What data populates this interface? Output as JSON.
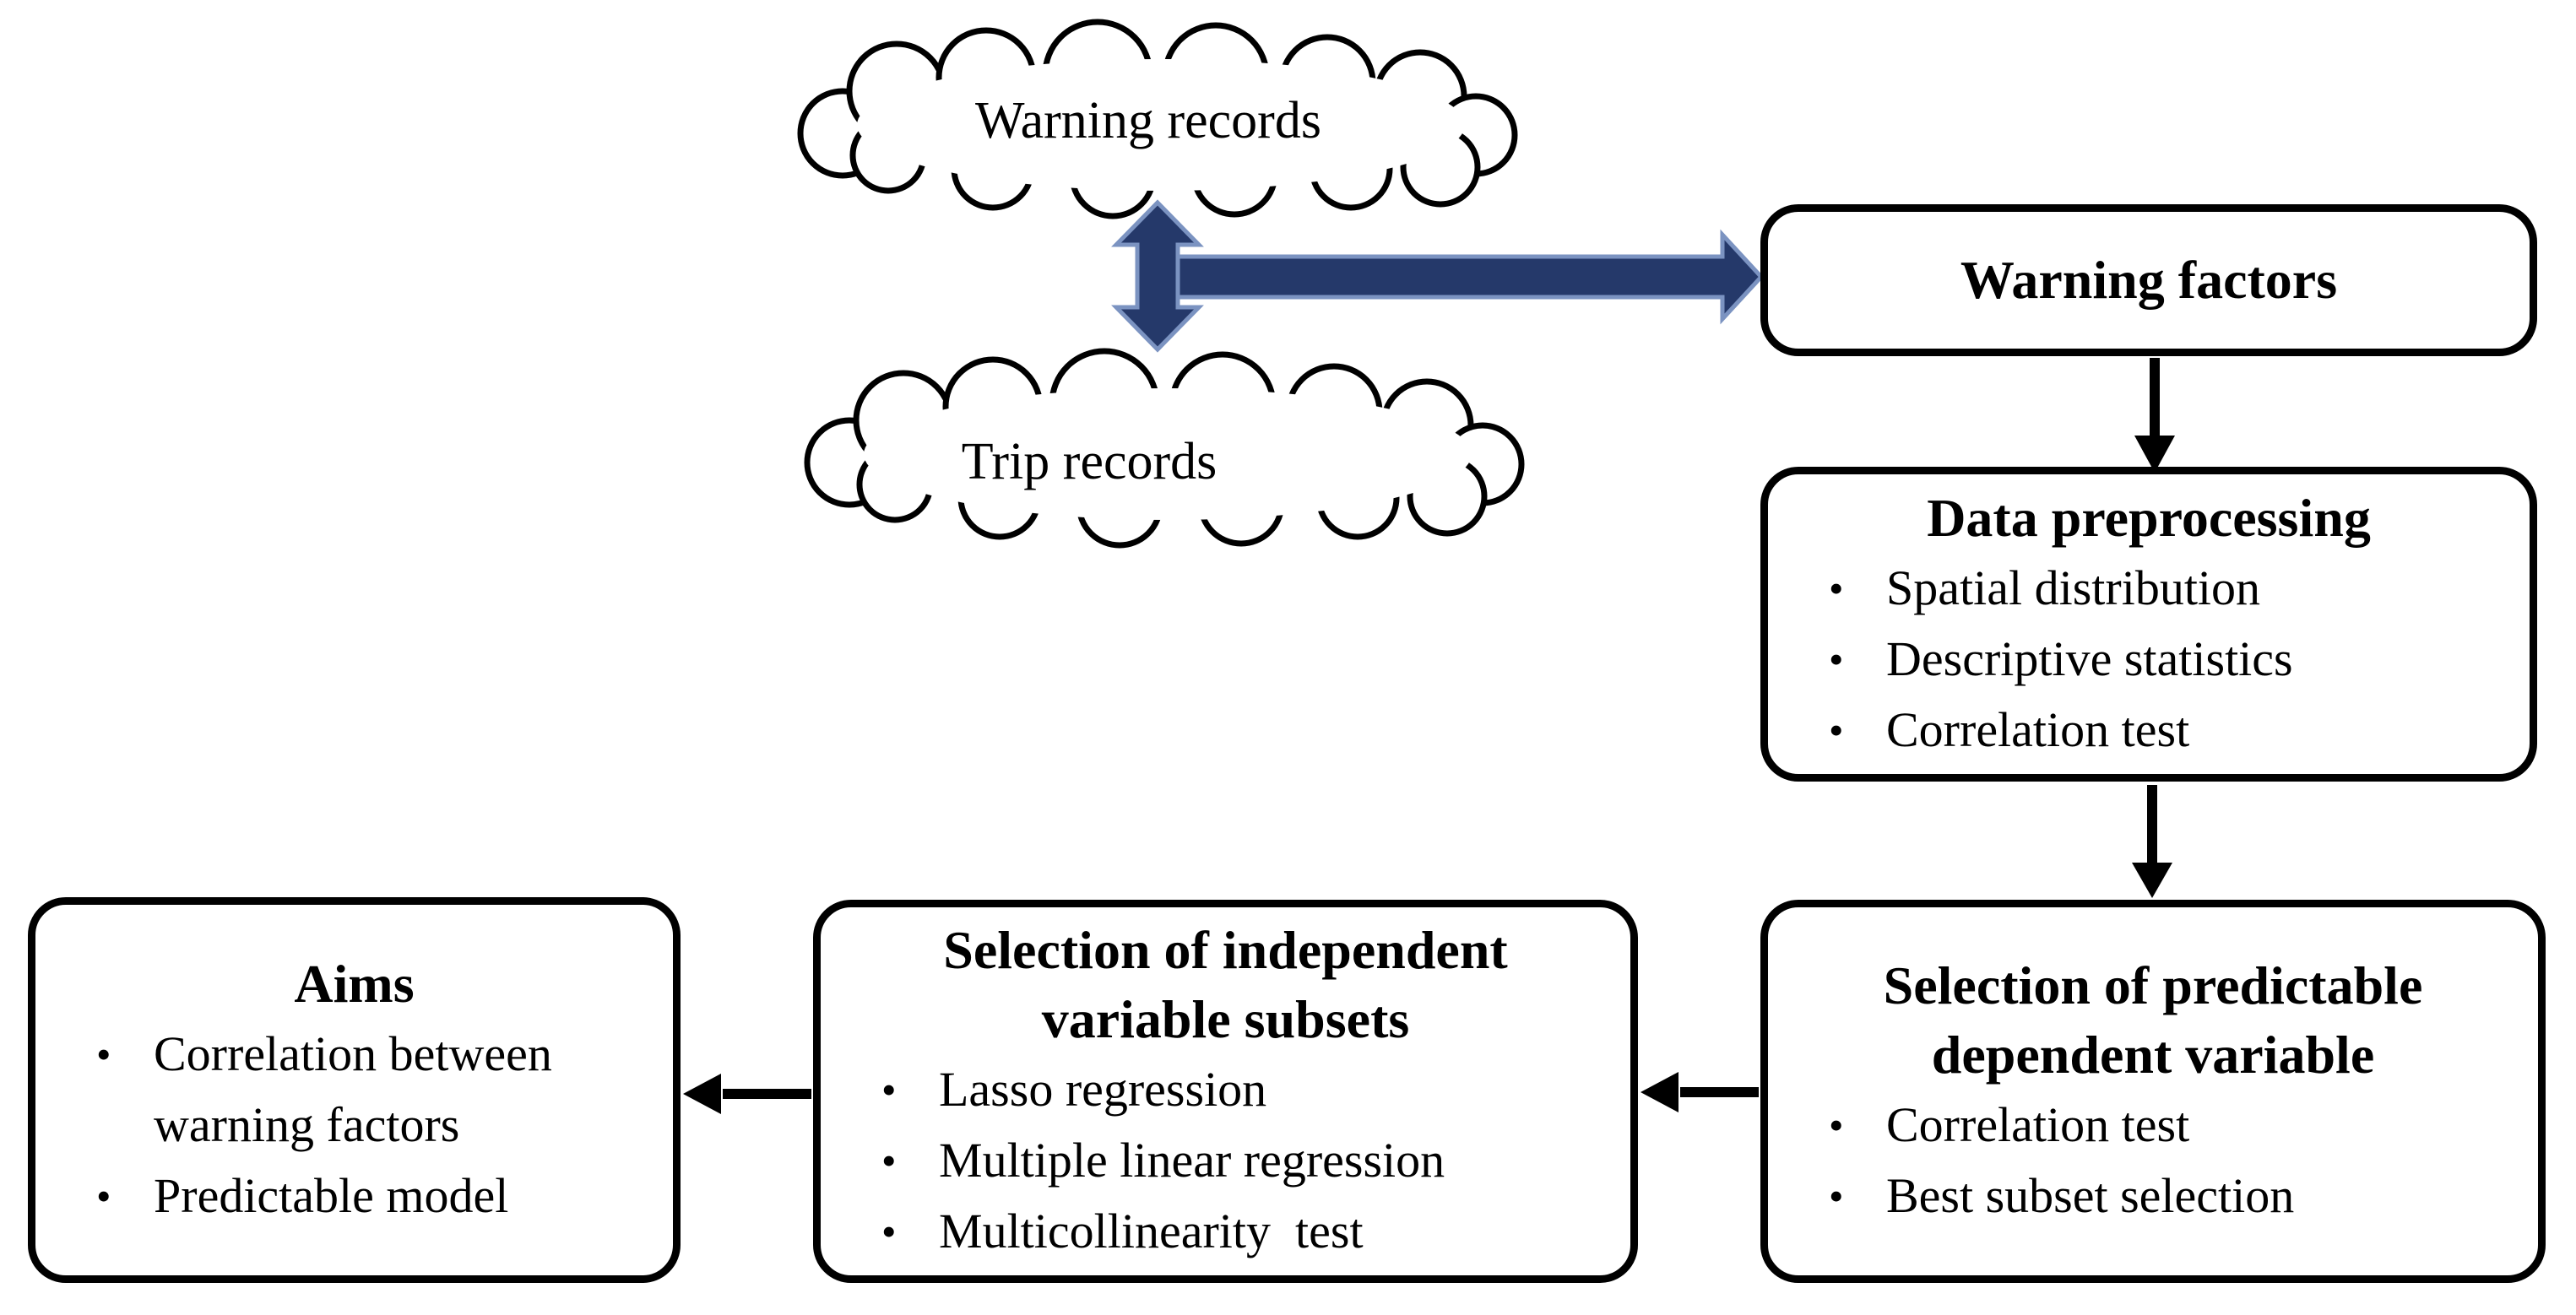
{
  "figure": {
    "clouds": [
      {
        "label": "Warning records"
      },
      {
        "label": "Trip records"
      }
    ],
    "boxes": [
      {
        "title": "Warning factors",
        "bullets": []
      },
      {
        "title": "Data preprocessing",
        "bullets": [
          "Spatial distribution",
          "Descriptive statistics",
          "Correlation test"
        ]
      },
      {
        "title_lines": [
          "Selection of predictable",
          "dependent variable"
        ],
        "bullets": [
          "Correlation test",
          "Best subset selection"
        ]
      },
      {
        "title_lines": [
          "Selection of independent",
          "variable subsets"
        ],
        "bullets": [
          "Lasso regression",
          "Multiple linear regression",
          "Multicollinearity  test"
        ]
      },
      {
        "title": "Aims",
        "bullets": [
          "Correlation between warning factors",
          "Predictable model"
        ]
      }
    ],
    "colors": {
      "connector_blue": "#25396A",
      "connector_blue_edge": "#7B93C1",
      "arrow_black": "#000000",
      "box_border": "#000000",
      "background": "#FFFFFF"
    }
  }
}
